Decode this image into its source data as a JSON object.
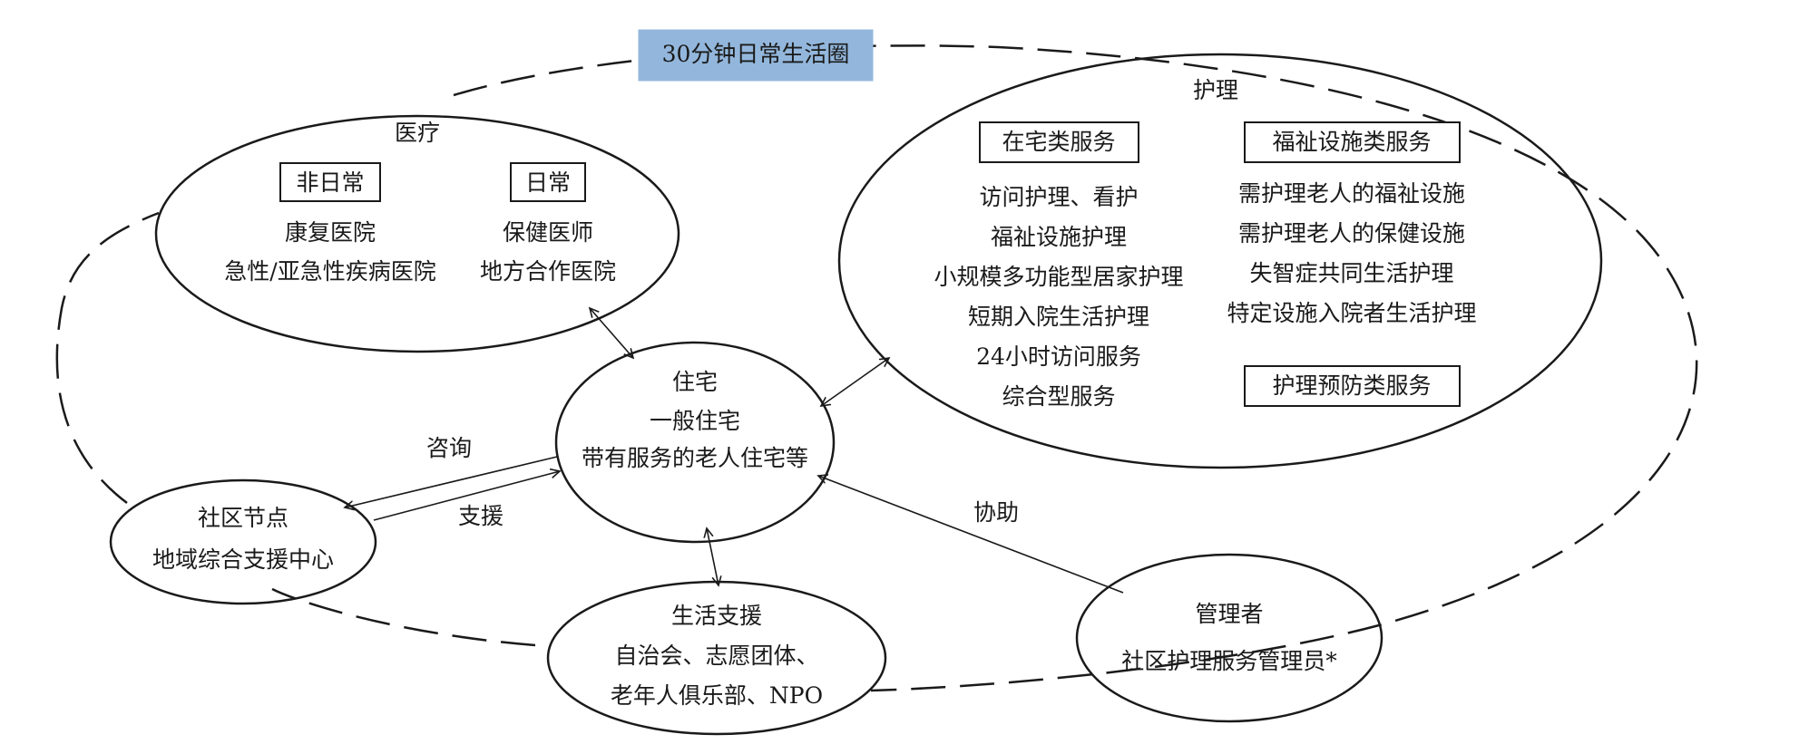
{
  "title": "30分钟日常生活圈",
  "colors": {
    "title_fill": "#93b7dc",
    "stroke": "#1a1a1a",
    "background": "#ffffff"
  },
  "medical": {
    "title": "医疗",
    "non_daily": {
      "label": "非日常",
      "items": [
        "康复医院",
        "急性/亚急性疾病医院"
      ]
    },
    "daily": {
      "label": "日常",
      "items": [
        "保健医师",
        "地方合作医院"
      ]
    }
  },
  "care": {
    "title": "护理",
    "home_services": {
      "label": "在宅类服务",
      "items": [
        "访问护理、看护",
        "福祉设施护理",
        "小规模多功能型居家护理",
        "短期入院生活护理",
        "24小时访问服务",
        "综合型服务"
      ]
    },
    "facility_services": {
      "label": "福祉设施类服务",
      "items": [
        "需护理老人的福祉设施",
        "需护理老人的保健设施",
        "失智症共同生活护理",
        "特定设施入院者生活护理"
      ]
    },
    "prevention": {
      "label": "护理预防类服务"
    }
  },
  "housing": {
    "lines": [
      "住宅",
      "一般住宅",
      "带有服务的老人住宅等"
    ]
  },
  "community": {
    "lines": [
      "社区节点",
      "地域综合支援中心"
    ]
  },
  "life_support": {
    "lines": [
      "生活支援",
      "自治会、志愿团体、",
      "老年人俱乐部、NPO"
    ]
  },
  "manager": {
    "lines": [
      "管理者",
      "社区护理服务管理员*"
    ]
  },
  "edges": {
    "consult": "咨询",
    "support": "支援",
    "assist": "协助"
  }
}
